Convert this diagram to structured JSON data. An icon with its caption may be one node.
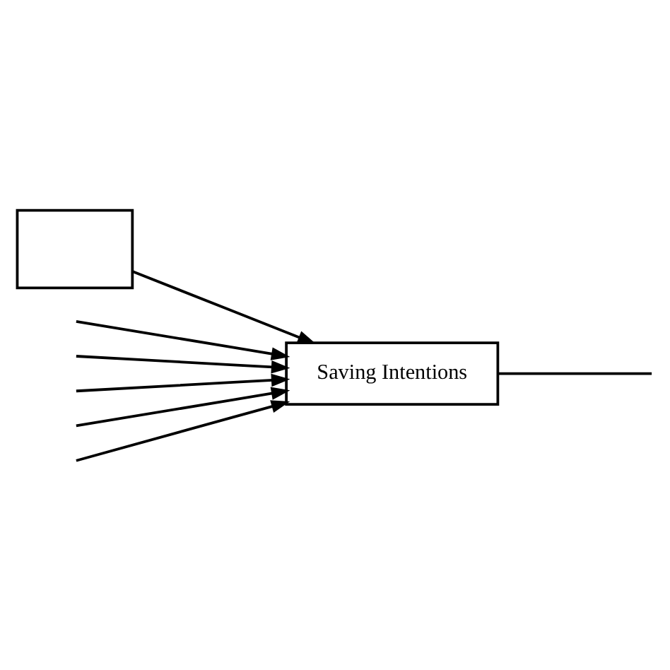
{
  "diagram": {
    "nodes": [
      {
        "text": [],
        "shape": "box"
      },
      {
        "text": [
          "Saving Intentions"
        ]
      }
    ],
    "edges": [
      {
        "from": null,
        "to": 1,
        "arrow": "to"
      },
      {
        "from": null,
        "to": 1,
        "arrow": "to"
      },
      {
        "from": 0,
        "to": 1,
        "arrow": "to"
      },
      {
        "from": null,
        "to": 1,
        "arrow": "to"
      },
      {
        "from": null,
        "to": 1,
        "arrow": "to"
      },
      {
        "from": null,
        "to": 1,
        "arrow": "to"
      },
      {
        "from": 1,
        "to": null,
        "arrow": "none"
      }
    ]
  }
}
